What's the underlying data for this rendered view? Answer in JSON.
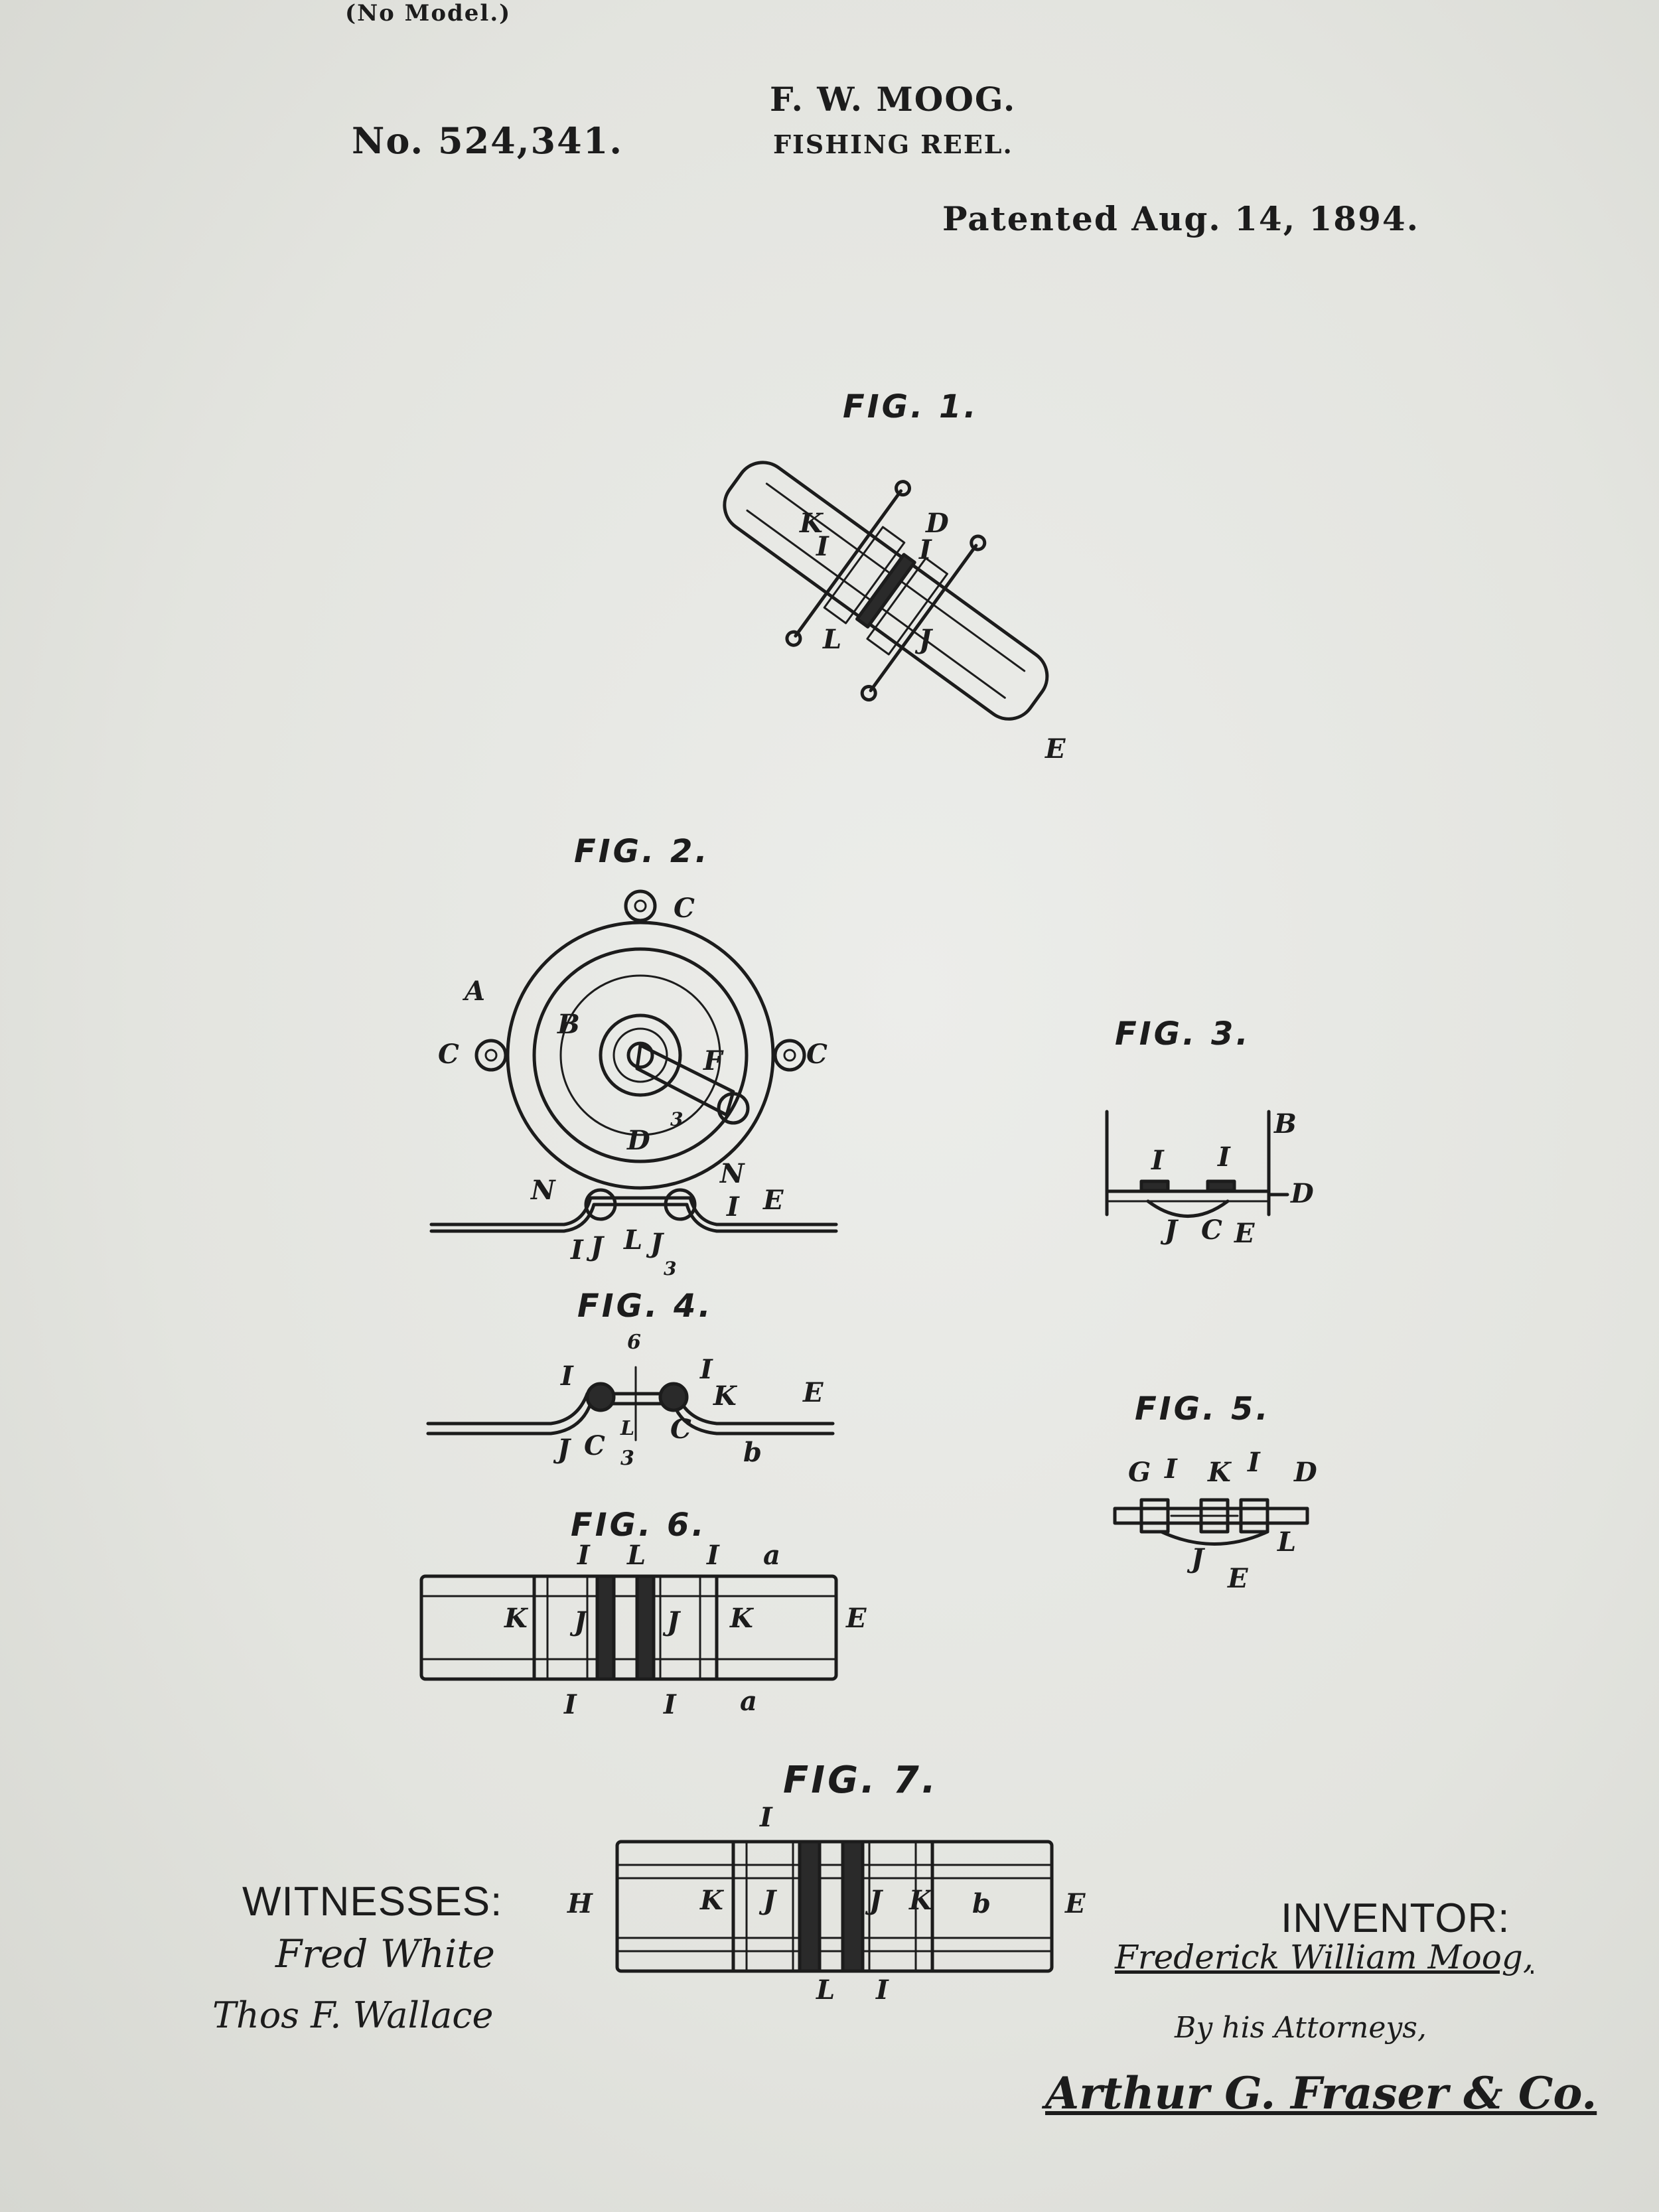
{
  "header": {
    "no_model": "(No Model.)",
    "inventor_name": "F. W. MOOG.",
    "title": "FISHING REEL.",
    "patent_number": "No. 524,341.",
    "patented_date": "Patented Aug. 14, 1894."
  },
  "figures": {
    "fig1": {
      "title": "FIG. 1.",
      "labels": [
        "K",
        "D",
        "I",
        "I",
        "L",
        "J",
        "E"
      ]
    },
    "fig2": {
      "title": "FIG. 2.",
      "labels": [
        "C",
        "A",
        "C",
        "B",
        "F",
        "C",
        "D",
        "3",
        "N",
        "N",
        "I",
        "E",
        "I",
        "J",
        "L",
        "J",
        "3"
      ]
    },
    "fig3": {
      "title": "FIG. 3.",
      "labels": [
        "B",
        "I",
        "I",
        "D",
        "J",
        "C",
        "E"
      ]
    },
    "fig4": {
      "title": "FIG. 4.",
      "labels": [
        "6",
        "I",
        "I",
        "K",
        "E",
        "J",
        "C",
        "L",
        "C",
        "3",
        "b"
      ]
    },
    "fig5": {
      "title": "FIG. 5.",
      "labels": [
        "G",
        "I",
        "K",
        "I",
        "D",
        "L",
        "J",
        "E"
      ]
    },
    "fig6": {
      "title": "FIG. 6.",
      "labels": [
        "I",
        "L",
        "I",
        "a",
        "K",
        "J",
        "J",
        "K",
        "E",
        "I",
        "I",
        "a"
      ]
    },
    "fig7": {
      "title": "FIG. 7.",
      "labels": [
        "I",
        "H",
        "K",
        "J",
        "J",
        "K",
        "b",
        "E",
        "L",
        "I"
      ]
    }
  },
  "witnesses": {
    "heading": "WITNESSES:",
    "names": [
      "Fred White",
      "Thos F. Wallace"
    ]
  },
  "inventor": {
    "heading": "INVENTOR:",
    "signature": "Frederick William Moog,",
    "by_line": "By his Attorneys,",
    "attorney_signature": "Arthur G. Fraser & Co."
  },
  "colors": {
    "paper": "#e6e7e2",
    "ink": "#1c1c1c"
  }
}
